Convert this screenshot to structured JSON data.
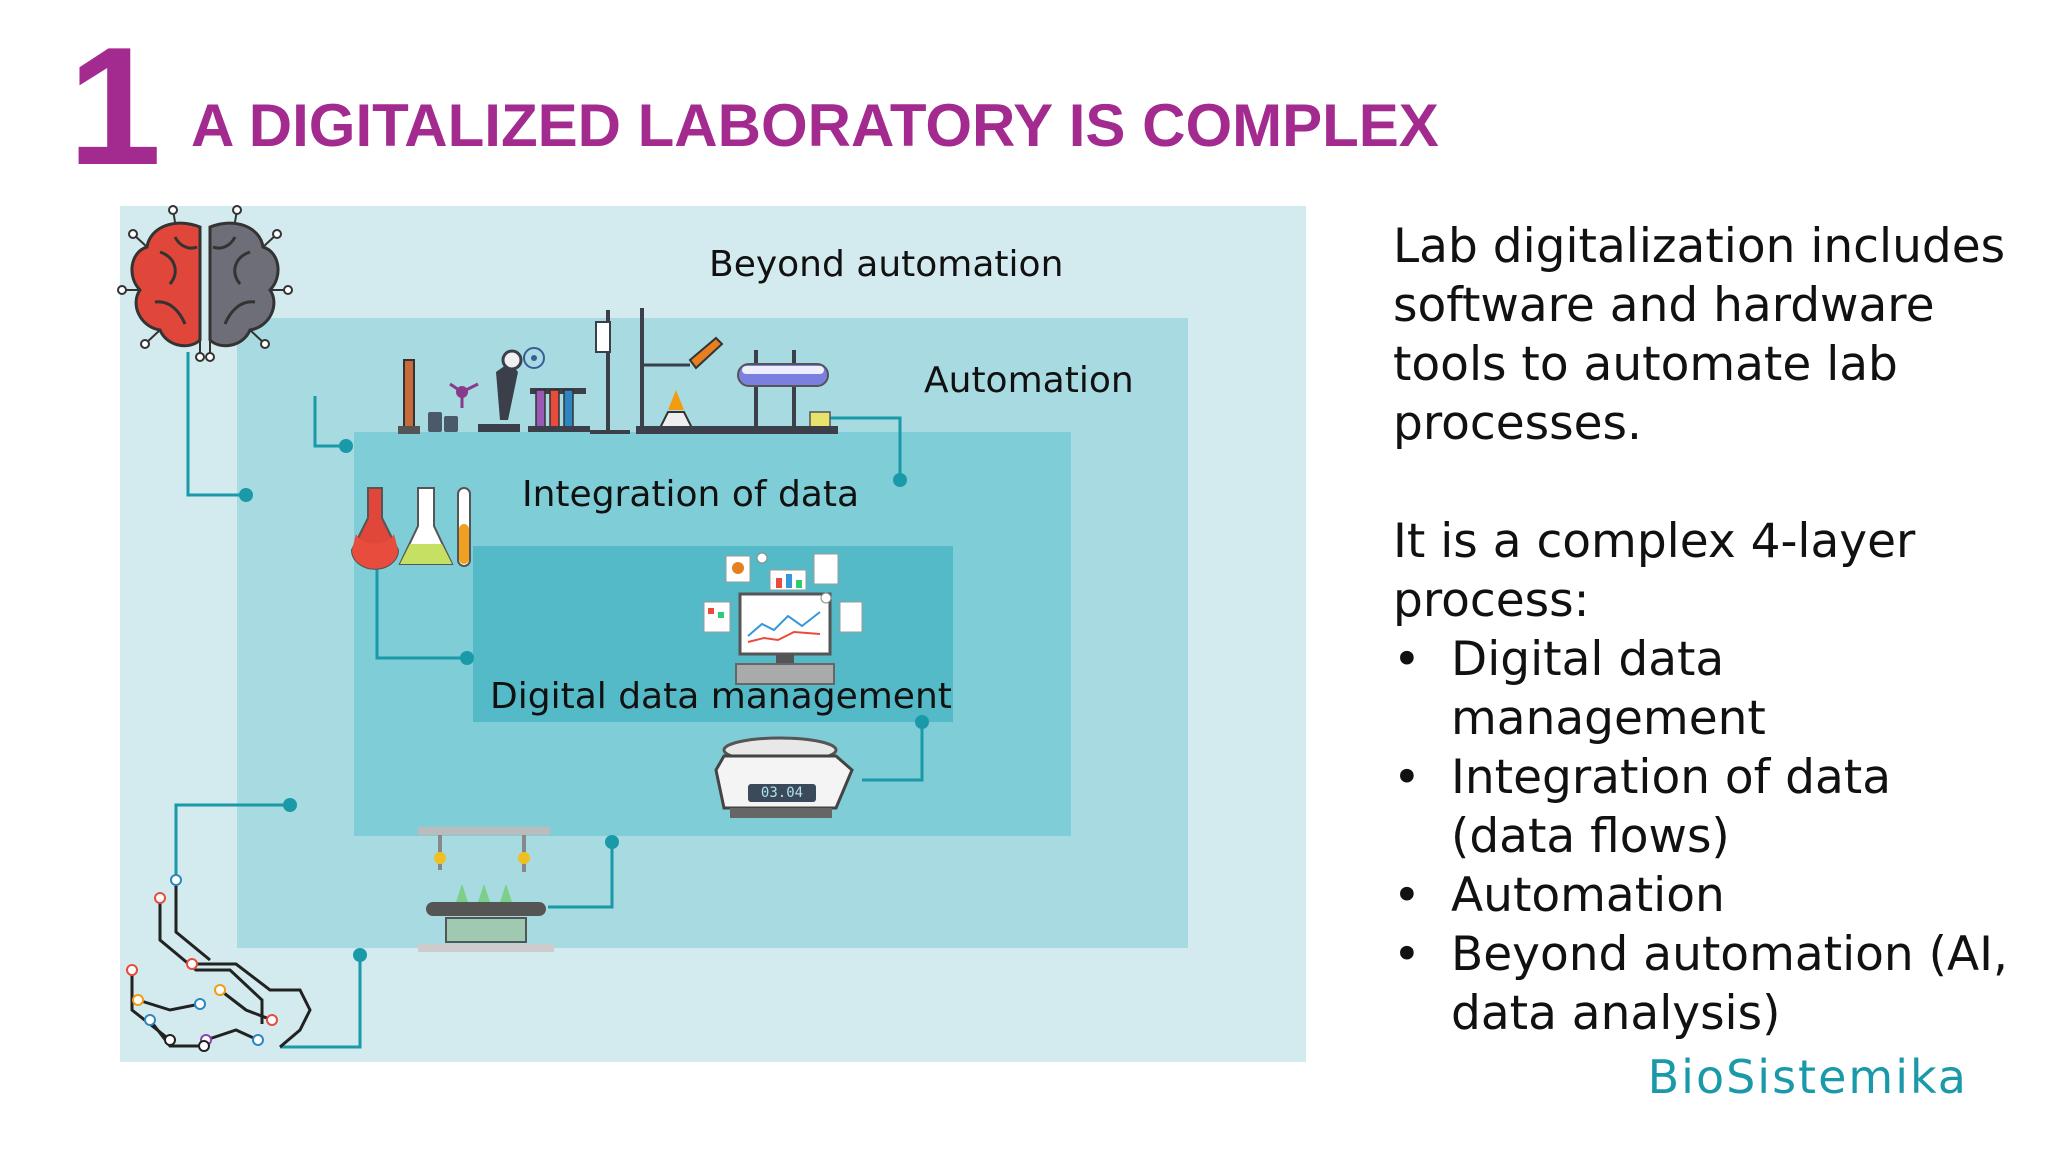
{
  "slide": {
    "number": "1",
    "title": "A DIGITALIZED LABORATORY IS COMPLEX",
    "title_color": "#a32a8e"
  },
  "diagram": {
    "layers": [
      {
        "label": "Beyond automation",
        "color": "#d3ebee"
      },
      {
        "label": "Automation",
        "color": "#a7dae1"
      },
      {
        "label": "Integration of data",
        "color": "#7fcdd6"
      },
      {
        "label": "Digital data management",
        "color": "#55bac8"
      }
    ],
    "connector_color": "#1a9aa8",
    "icons": [
      "brain-icon",
      "lab-equipment-icon",
      "flasks-icon",
      "data-screen-icon",
      "scale-icon",
      "assembly-line-icon",
      "circuit-icon"
    ],
    "scale_readout": "03.04"
  },
  "side_text": {
    "intro": "Lab digitalization includes software and hardware tools to automate lab processes.",
    "lead": "It is a complex 4-layer process:",
    "bullet_symbol": "•",
    "bullets": [
      "Digital data management",
      "Integration of data (data flows)",
      "Automation",
      "Beyond automation (AI, data analysis)"
    ]
  },
  "brand": {
    "name": "BioSistemika",
    "color": "#1a9aa8"
  }
}
